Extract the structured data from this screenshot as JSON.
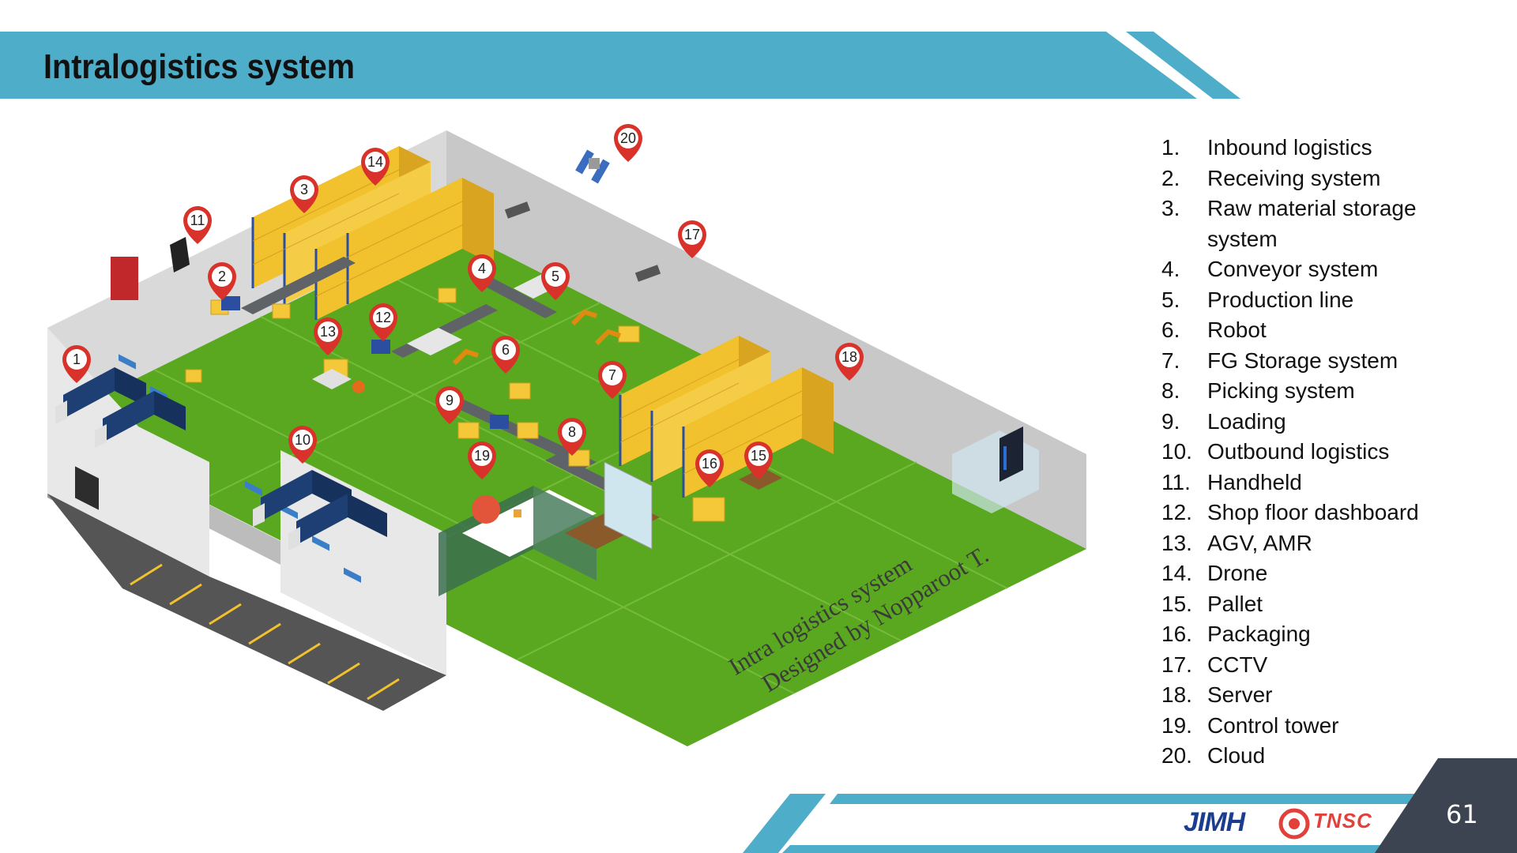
{
  "slide": {
    "title": "Intralogistics system",
    "page_number": "61"
  },
  "watermark": {
    "line1": "Intra logistics system",
    "line2": "Designed by Nopparoot T."
  },
  "pins": [
    "1",
    "2",
    "3",
    "4",
    "5",
    "6",
    "7",
    "8",
    "9",
    "10",
    "11",
    "12",
    "13",
    "14",
    "15",
    "16",
    "17",
    "18",
    "19",
    "20"
  ],
  "legend": [
    {
      "num": "1.",
      "label": "Inbound logistics"
    },
    {
      "num": "2.",
      "label": "Receiving system"
    },
    {
      "num": "3.",
      "label": "Raw material storage"
    },
    {
      "num": "",
      "label": "system"
    },
    {
      "num": "4.",
      "label": "Conveyor system"
    },
    {
      "num": "5.",
      "label": "Production line"
    },
    {
      "num": "6.",
      "label": "Robot"
    },
    {
      "num": "7.",
      "label": "FG Storage system"
    },
    {
      "num": "8.",
      "label": "Picking system"
    },
    {
      "num": "9.",
      "label": "Loading"
    },
    {
      "num": "10.",
      "label": "Outbound logistics"
    },
    {
      "num": "11.",
      "label": "Handheld"
    },
    {
      "num": "12.",
      "label": "Shop floor dashboard"
    },
    {
      "num": "13.",
      "label": "AGV, AMR"
    },
    {
      "num": "14.",
      "label": "Drone"
    },
    {
      "num": "15.",
      "label": "Pallet"
    },
    {
      "num": "16.",
      "label": "Packaging"
    },
    {
      "num": "17.",
      "label": "CCTV"
    },
    {
      "num": "18.",
      "label": "Server"
    },
    {
      "num": "19.",
      "label": "Control tower"
    },
    {
      "num": "20.",
      "label": "Cloud"
    }
  ],
  "logos": {
    "left": "JIMH",
    "right": "TNSC"
  },
  "colors": {
    "header_blue": "#4eadc9",
    "floor_green": "#5aa820",
    "rack_yellow": "#f2c12e",
    "rack_blue": "#2b4ea0",
    "pin_red": "#d8322b",
    "dark_slate": "#3b4450"
  }
}
